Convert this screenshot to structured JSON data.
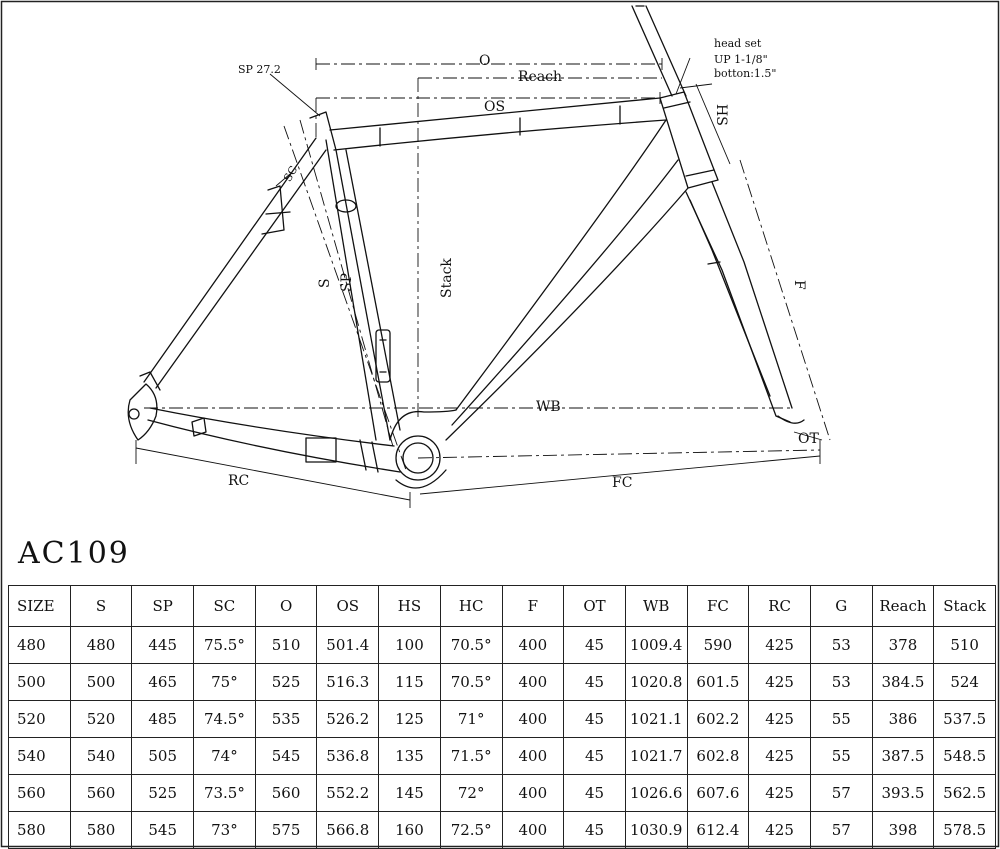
{
  "drawing": {
    "labels": {
      "sp_label": "SP 27.2",
      "head_set": "head set",
      "head_up": "UP 1-1/8\"",
      "head_bottom": "botton:1.5\"",
      "o": "O",
      "reach": "Reach",
      "os": "OS",
      "hs": "HS",
      "stack": "Stack",
      "s": "S",
      "sp": "SP",
      "f": "F",
      "wb": "WB",
      "ot": "OT",
      "rc": "RC",
      "fc": "FC",
      "sc": "SC"
    }
  },
  "model": "AC109",
  "table": {
    "headers": [
      "SIZE",
      "S",
      "SP",
      "SC",
      "O",
      "OS",
      "HS",
      "HC",
      "F",
      "OT",
      "WB",
      "FC",
      "RC",
      "G",
      "Reach",
      "Stack"
    ],
    "rows": [
      [
        "480",
        "480",
        "445",
        "75.5°",
        "510",
        "501.4",
        "100",
        "70.5°",
        "400",
        "45",
        "1009.4",
        "590",
        "425",
        "53",
        "378",
        "510"
      ],
      [
        "500",
        "500",
        "465",
        "75°",
        "525",
        "516.3",
        "115",
        "70.5°",
        "400",
        "45",
        "1020.8",
        "601.5",
        "425",
        "53",
        "384.5",
        "524"
      ],
      [
        "520",
        "520",
        "485",
        "74.5°",
        "535",
        "526.2",
        "125",
        "71°",
        "400",
        "45",
        "1021.1",
        "602.2",
        "425",
        "55",
        "386",
        "537.5"
      ],
      [
        "540",
        "540",
        "505",
        "74°",
        "545",
        "536.8",
        "135",
        "71.5°",
        "400",
        "45",
        "1021.7",
        "602.8",
        "425",
        "55",
        "387.5",
        "548.5"
      ],
      [
        "560",
        "560",
        "525",
        "73.5°",
        "560",
        "552.2",
        "145",
        "72°",
        "400",
        "45",
        "1026.6",
        "607.6",
        "425",
        "57",
        "393.5",
        "562.5"
      ],
      [
        "580",
        "580",
        "545",
        "73°",
        "575",
        "566.8",
        "160",
        "72.5°",
        "400",
        "45",
        "1030.9",
        "612.4",
        "425",
        "57",
        "398",
        "578.5"
      ]
    ]
  }
}
